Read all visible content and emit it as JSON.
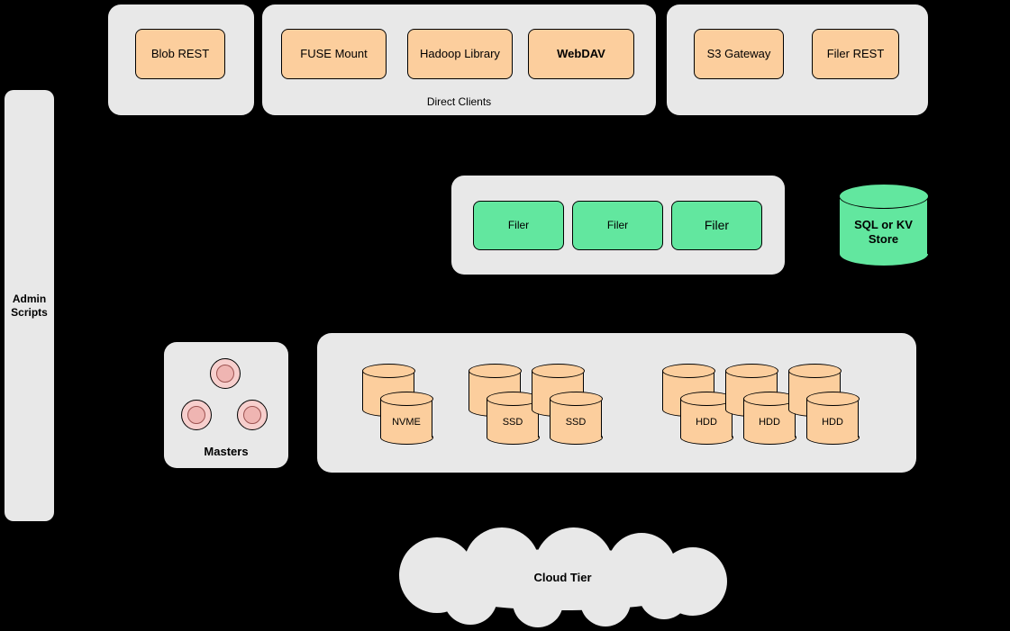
{
  "colors": {
    "background": "#000000",
    "panel_gray": "#E8E8E8",
    "node_orange": "#FCCE9D",
    "node_green": "#62E79F",
    "master_pink": "#F7CFCD",
    "master_inner_pink": "#EFB5B2",
    "outline": "#000000"
  },
  "admin_bar": {
    "label": "Admin Scripts"
  },
  "client_groups": {
    "blob": {
      "buttons": [
        {
          "label": "Blob REST"
        }
      ]
    },
    "direct_clients": {
      "caption": "Direct Clients",
      "buttons": [
        {
          "label": "FUSE Mount"
        },
        {
          "label": "Hadoop Library"
        },
        {
          "label": "WebDAV"
        }
      ]
    },
    "gateways": {
      "buttons": [
        {
          "label": "S3 Gateway"
        },
        {
          "label": "Filer REST"
        }
      ]
    }
  },
  "filer_cluster": {
    "filers": [
      {
        "label": "Filer"
      },
      {
        "label": "Filer"
      },
      {
        "label": "Filer"
      }
    ]
  },
  "metadata_store": {
    "label": "SQL or KV Store"
  },
  "masters": {
    "label": "Masters",
    "node_count": 3
  },
  "volume_servers": {
    "disks": [
      {
        "label": "NVME"
      },
      {
        "label": "SSD"
      },
      {
        "label": "SSD"
      },
      {
        "label": "HDD"
      },
      {
        "label": "HDD"
      },
      {
        "label": "HDD"
      }
    ]
  },
  "cloud": {
    "label": "Cloud Tier"
  }
}
